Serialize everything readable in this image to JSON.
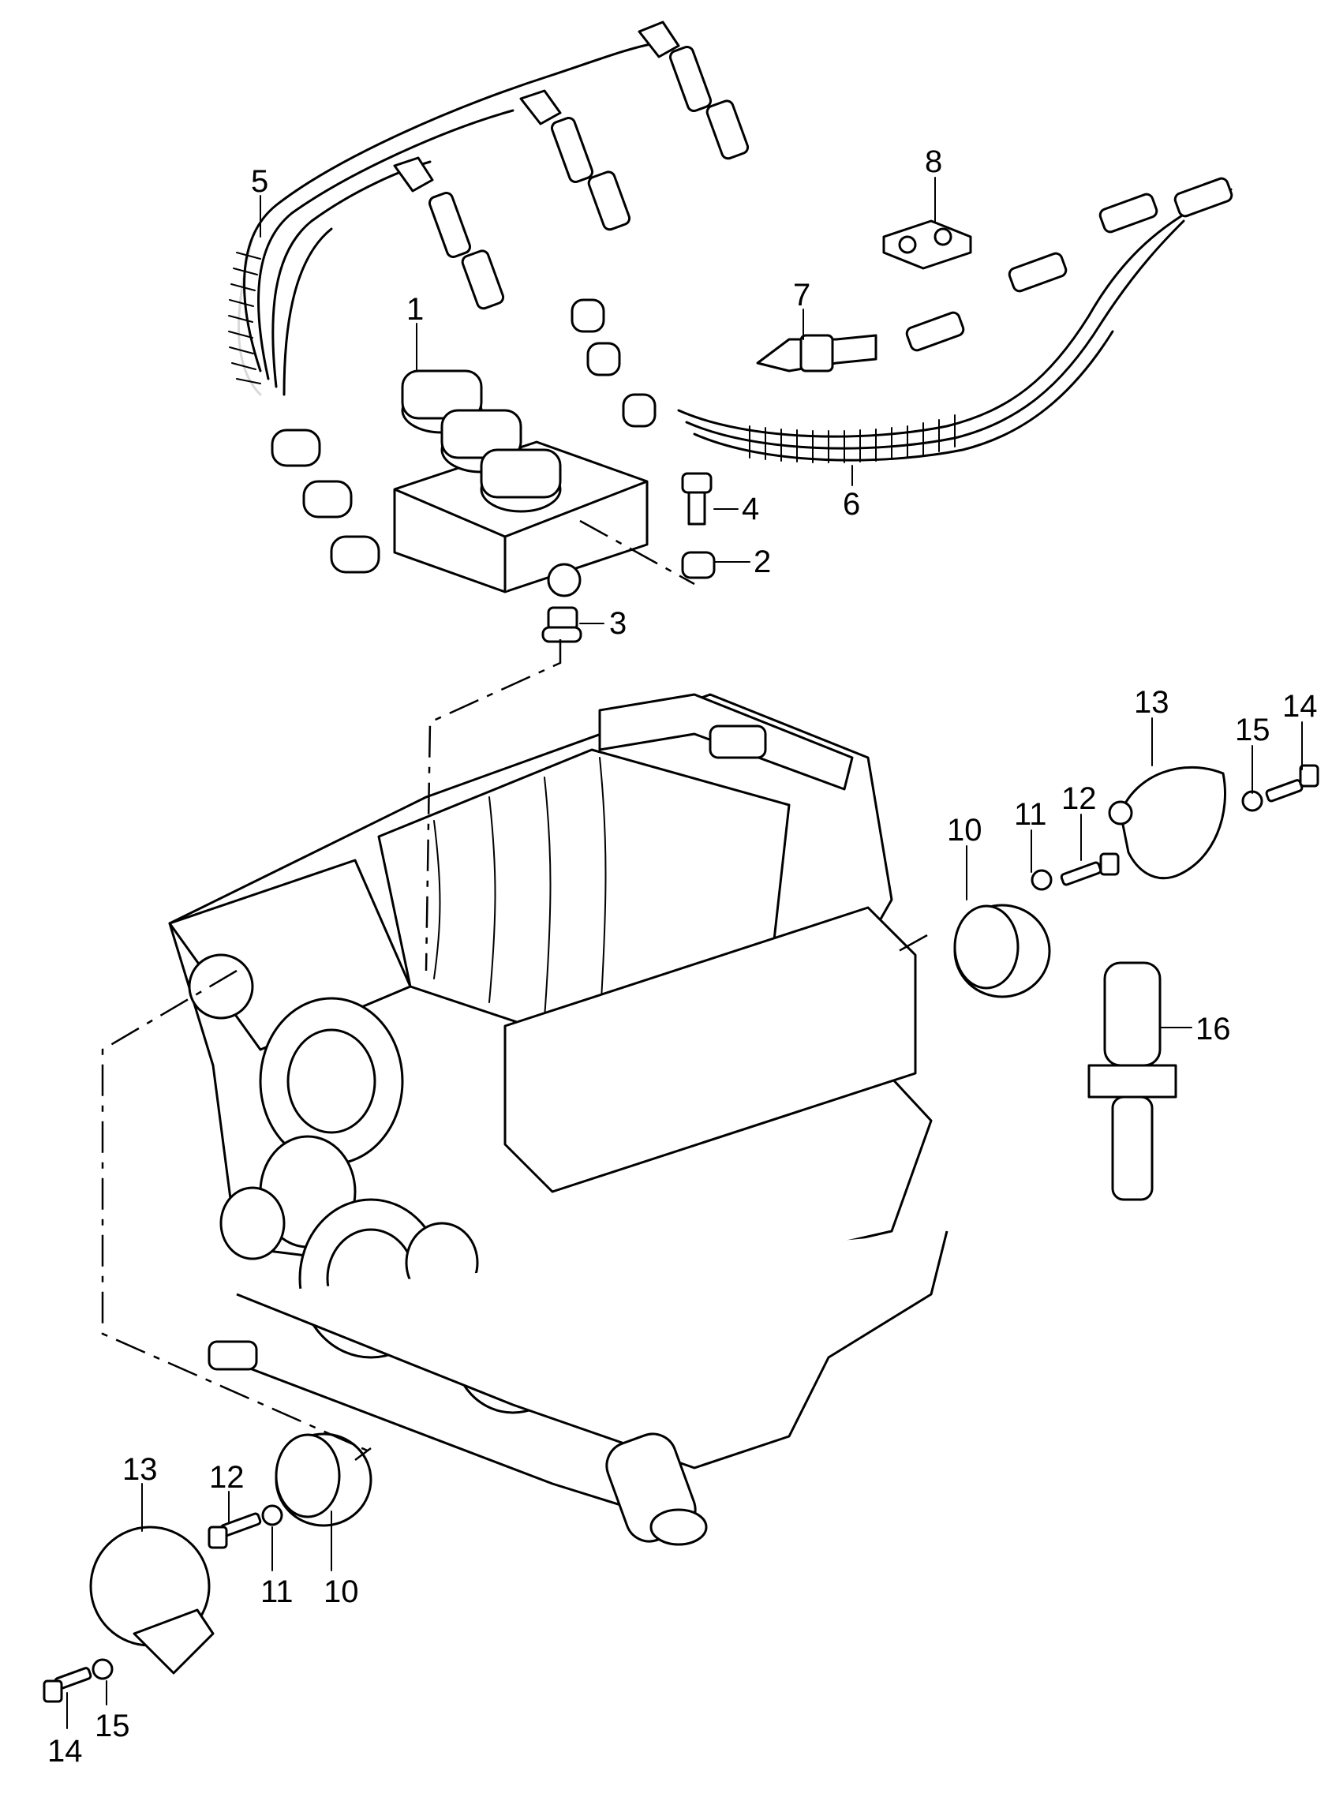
{
  "callouts": [
    {
      "id": "c1",
      "text": "1"
    },
    {
      "id": "c2",
      "text": "2"
    },
    {
      "id": "c3",
      "text": "3"
    },
    {
      "id": "c4",
      "text": "4"
    },
    {
      "id": "c5",
      "text": "5"
    },
    {
      "id": "c6",
      "text": "6"
    },
    {
      "id": "c7",
      "text": "7"
    },
    {
      "id": "c8",
      "text": "8"
    },
    {
      "id": "c10a",
      "text": "10"
    },
    {
      "id": "c11a",
      "text": "11"
    },
    {
      "id": "c12a",
      "text": "12"
    },
    {
      "id": "c13a",
      "text": "13"
    },
    {
      "id": "c14a",
      "text": "14"
    },
    {
      "id": "c15a",
      "text": "15"
    },
    {
      "id": "c16",
      "text": "16"
    },
    {
      "id": "c10b",
      "text": "10"
    },
    {
      "id": "c11b",
      "text": "11"
    },
    {
      "id": "c12b",
      "text": "12"
    },
    {
      "id": "c13b",
      "text": "13"
    },
    {
      "id": "c14b",
      "text": "14"
    },
    {
      "id": "c15b",
      "text": "15"
    }
  ]
}
